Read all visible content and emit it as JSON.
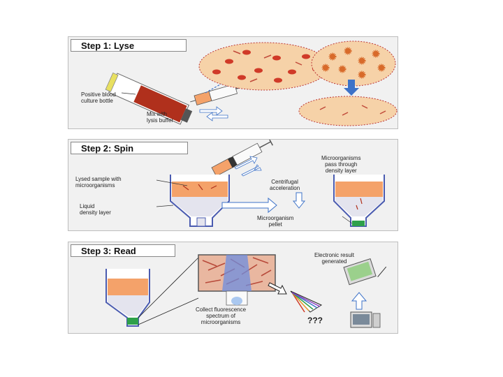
{
  "colors": {
    "panel_bg": "#f1f1f1",
    "blood": "#b0301c",
    "plasma": "#f4a26a",
    "tube_outline": "#4a5bb0",
    "pellet": "#2ea04a",
    "arrow_blue": "#3d72c8"
  },
  "step1": {
    "title": "Step 1: Lyse",
    "label_bottle": "Positive blood\nculture bottle",
    "label_mix": "Mix with\nlysis buffer"
  },
  "step2": {
    "title": "Step 2: Spin",
    "label_lysed": "Lysed sample with\nmicroorganisms",
    "label_liquid": "Liquid\ndensity layer",
    "label_centrifugal": "Centrifugal\nacceleration",
    "label_pellet": "Microorganism\npellet",
    "label_pass": "Microorganisms\npass through\ndensity layer"
  },
  "step3": {
    "title": "Step 3: Read",
    "label_spectrum": "Collect fluorescence\nspectrum of\nmicroorganisms",
    "label_result": "Electronic result\ngenerated",
    "label_unknown": "???"
  }
}
